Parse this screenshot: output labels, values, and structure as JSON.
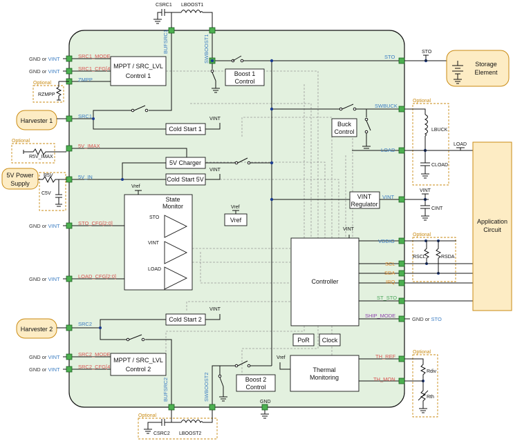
{
  "chip": {
    "pins_left": {
      "src1_mode": "SRC1_MODE",
      "src1_cfg": "SRC1_CFG[4:0]",
      "zmpp": "ZMPP",
      "src1": "SRC1",
      "v5_imax": "5V_IMAX",
      "v5_in": "5V_IN",
      "sto_cfg": "STO_CFG[2:0]",
      "load_cfg": "LOAD_CFG[2:0]",
      "src2": "SRC2",
      "src2_mode": "SRC2_MODE",
      "src2_cfg": "SRC2_CFG[4:0]"
    },
    "pins_top": {
      "bufsrc1": "BUFSRC1",
      "swboost1": "SWBOOST1"
    },
    "pins_bottom": {
      "bufsrc2": "BUFSRC2",
      "swboost2": "SWBOOST2",
      "gnd": "GND"
    },
    "pins_right": {
      "sto": "STO",
      "swbuck": "SWBUCK",
      "load": "LOAD",
      "vint": "VINT",
      "vddio": "VDDIO",
      "scl": "SCL",
      "sda": "SDA",
      "irq": "IRQ",
      "st_sto": "ST_STO",
      "ship_mode": "SHIP_MODE",
      "th_ref": "TH_REF",
      "th_mon": "TH_MON"
    },
    "blocks": {
      "mppt1_line1": "MPPT / SRC_LVL",
      "mppt1_line2": "Control 1",
      "mppt2_line1": "MPPT / SRC_LVL",
      "mppt2_line2": "Control 2",
      "boost1_line1": "Boost 1",
      "boost1_line2": "Control",
      "boost2_line1": "Boost 2",
      "boost2_line2": "Control",
      "cold_start1": "Cold Start 1",
      "cold_start2": "Cold Start 2",
      "cold_start5v": "Cold Start 5V",
      "charger5v": "5V Charger",
      "buck_line1": "Buck",
      "buck_line2": "Control",
      "vint_reg_line1": "VINT",
      "vint_reg_line2": "Regulator",
      "state_monitor_line1": "State",
      "state_monitor_line2": "Monitor",
      "sm_sto": "STO",
      "sm_vint": "VINT",
      "sm_load": "LOAD",
      "vref_block": "Vref",
      "vref_small": "Vref",
      "controller": "Controller",
      "por": "PoR",
      "clock": "Clock",
      "thermal_line1": "Thermal",
      "thermal_line2": "Monitoring",
      "vint_small": "VINT"
    }
  },
  "external": {
    "gnd_or": "GND",
    "or": "or",
    "vint": "VINT",
    "sto": "STO",
    "optional": "Optional",
    "rzmpp": "RZMPP",
    "harvester1": "Harvester 1",
    "harvester2": "Harvester 2",
    "r5v_imax": "R5V_IMAX",
    "power5v_line1": "5V Power",
    "power5v_line2": "Supply",
    "r5v": "R5V",
    "c5v": "C5V",
    "csrc1": "CSRC1",
    "lboost1": "LBOOST1",
    "csrc2": "CSRC2",
    "lboost2": "LBOOST2",
    "storage_line1": "Storage",
    "storage_line2": "Element",
    "lbuck": "LBUCK",
    "cload": "CLOAD",
    "load": "LOAD",
    "cint": "CINT",
    "vint_ext": "VINT",
    "rscl": "RSCL",
    "rsda": "RSDA",
    "app_line1": "Application",
    "app_line2": "Circuit",
    "rdiv": "Rdiv",
    "rth": "Rth"
  },
  "colors": {
    "chip_fill": "#e3f1df",
    "pin_green": "#4caf50",
    "label_red": "#d9534f",
    "label_blue": "#3a7cc2",
    "label_orange": "#e08a2c",
    "label_green": "#4aa55a",
    "optional_border": "#c98a12",
    "rounded_fill": "#fdecc4"
  }
}
